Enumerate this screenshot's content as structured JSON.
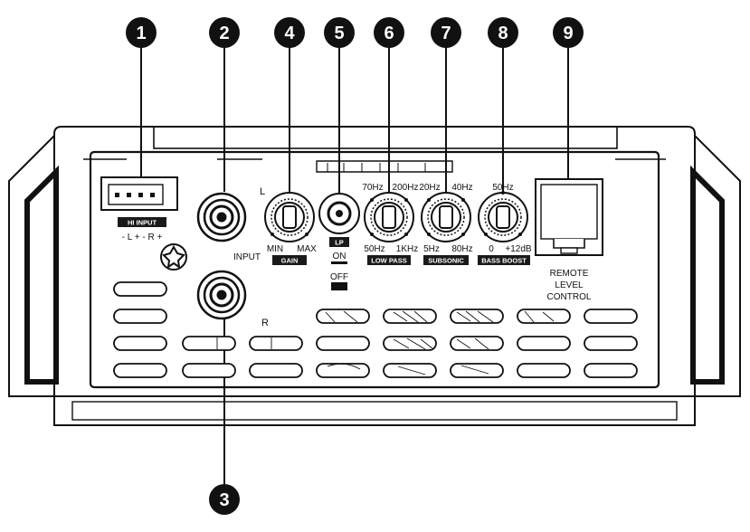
{
  "callouts": [
    "1",
    "2",
    "3",
    "4",
    "5",
    "6",
    "7",
    "8",
    "9"
  ],
  "labels": {
    "hi_input": "HI INPUT",
    "hi_pins": "- L +   - R +",
    "input": "INPUT",
    "left": "L",
    "right": "R",
    "gain_min": "MIN",
    "gain_max": "MAX",
    "gain": "GAIN",
    "lp_badge": "LP",
    "lp_on": "ON",
    "lp_off": "OFF",
    "lowpass_tl": "70Hz",
    "lowpass_tr": "200Hz",
    "lowpass_bl": "50Hz",
    "lowpass_br": "1KHz",
    "lowpass": "LOW PASS",
    "subsonic_tl": "20Hz",
    "subsonic_tr": "40Hz",
    "subsonic_bl": "5Hz",
    "subsonic_br": "80Hz",
    "subsonic": "SUBSONIC",
    "bass_top": "50Hz",
    "bass_bl": "0",
    "bass_br": "+12dB",
    "bass_boost": "BASS BOOST",
    "remote_1": "REMOTE",
    "remote_2": "LEVEL",
    "remote_3": "CONTROL"
  },
  "colors": {
    "ink": "#111111",
    "badge": "#1a1a1a",
    "paper": "#ffffff"
  }
}
